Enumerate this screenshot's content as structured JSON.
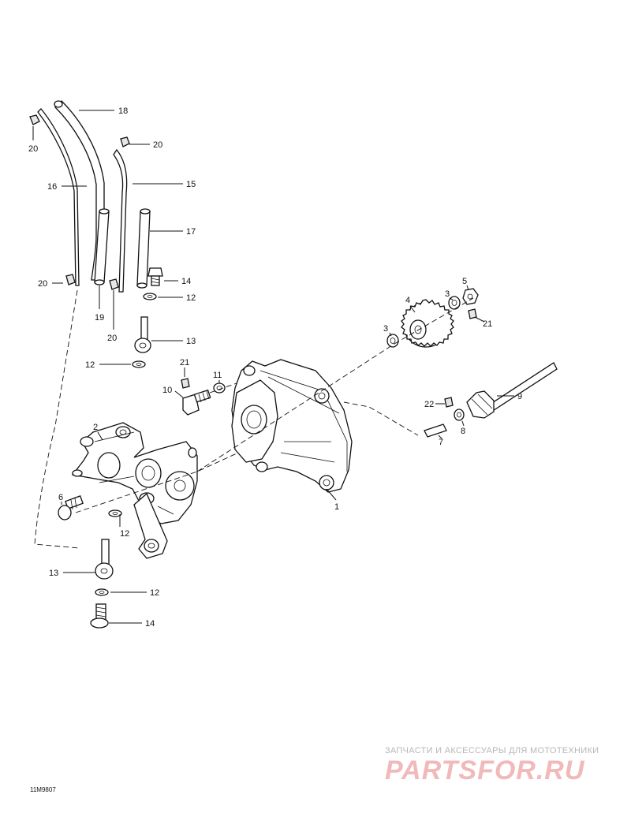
{
  "diagram": {
    "drawing_code": "11M9807",
    "callouts": {
      "c18": "18",
      "c20a": "20",
      "c20b": "20",
      "c16": "16",
      "c15": "15",
      "c17": "17",
      "c20c": "20",
      "c14a": "14",
      "c12a": "12",
      "c19": "19",
      "c20d": "20",
      "c13a": "13",
      "c12b": "12",
      "c21a": "21",
      "c11": "11",
      "c10": "10",
      "c2": "2",
      "c6": "6",
      "c12c": "12",
      "c13b": "13",
      "c12d": "12",
      "c14b": "14",
      "c1": "1",
      "c4": "4",
      "c3a": "3",
      "c5": "5",
      "c3b": "3",
      "c21b": "21",
      "c9": "9",
      "c22": "22",
      "c7": "7",
      "c8": "8"
    }
  },
  "watermark": {
    "tagline": "ЗАПЧАСТИ И АКСЕССУАРЫ ДЛЯ МОТОТЕХНИКИ",
    "brand": "PARTSFOR.RU"
  },
  "colors": {
    "ink": "#111111",
    "watermark_text": "#b7b7b7",
    "watermark_brand": "#f1b9b9"
  }
}
